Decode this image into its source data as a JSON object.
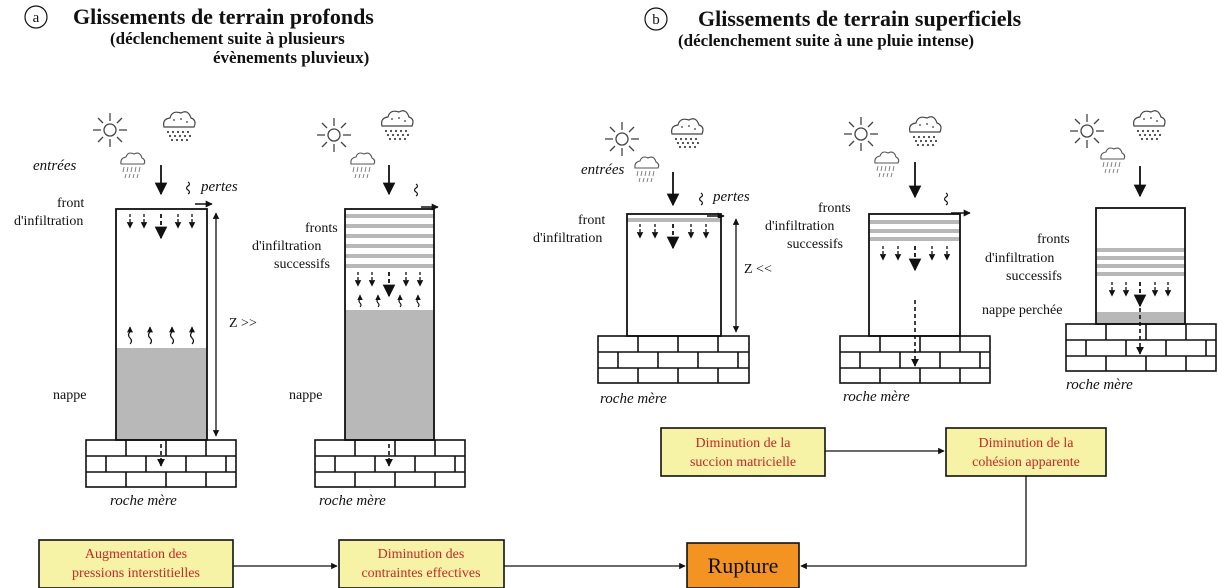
{
  "panel_a": {
    "letter": "a",
    "title": "Glissements de terrain profonds",
    "subtitle_line1": "(déclenchement suite à plusieurs",
    "subtitle_line2": "évènements pluvieux)",
    "left_column": {
      "inputs_label": "entrées",
      "losses_label": "pertes",
      "front_line1": "front",
      "front_line2": "d'infiltration",
      "depth_label": "Z >>",
      "water_table_label": "nappe",
      "bedrock_label": "roche mère"
    },
    "right_column": {
      "fronts_line1": "fronts",
      "fronts_line2": "d'infiltration",
      "fronts_line3": "successifs",
      "water_table_label": "nappe",
      "bedrock_label": "roche mère"
    }
  },
  "panel_b": {
    "letter": "b",
    "title": "Glissements de terrain superficiels",
    "subtitle": "(déclenchement suite à une pluie intense)",
    "col1": {
      "inputs_label": "entrées",
      "losses_label": "pertes",
      "front_line1": "front",
      "front_line2": "d'infiltration",
      "depth_label": "Z <<",
      "bedrock_label": "roche mère"
    },
    "col2": {
      "fronts_line1": "fronts",
      "fronts_line2": "d'infiltration",
      "fronts_line3": "successifs",
      "bedrock_label": "roche mère"
    },
    "col3": {
      "fronts_line1": "fronts",
      "fronts_line2": "d'infiltration",
      "fronts_line3": "successifs",
      "perched_label": "nappe perchée",
      "bedrock_label": "roche mère"
    }
  },
  "flow": {
    "suction_line1": "Diminution de la",
    "suction_line2": "succion matricielle",
    "cohesion_line1": "Diminution de la",
    "cohesion_line2": "cohésion apparente",
    "pressure_line1": "Augmentation des",
    "pressure_line2": "pressions interstitielles",
    "stress_line1": "Diminution des",
    "stress_line2": "contraintes effectives",
    "rupture": "Rupture"
  },
  "colors": {
    "box_fill": "#f6f2a6",
    "box_text": "#c62828",
    "rupture_fill": "#f39322",
    "water": "#b8b8b8"
  }
}
